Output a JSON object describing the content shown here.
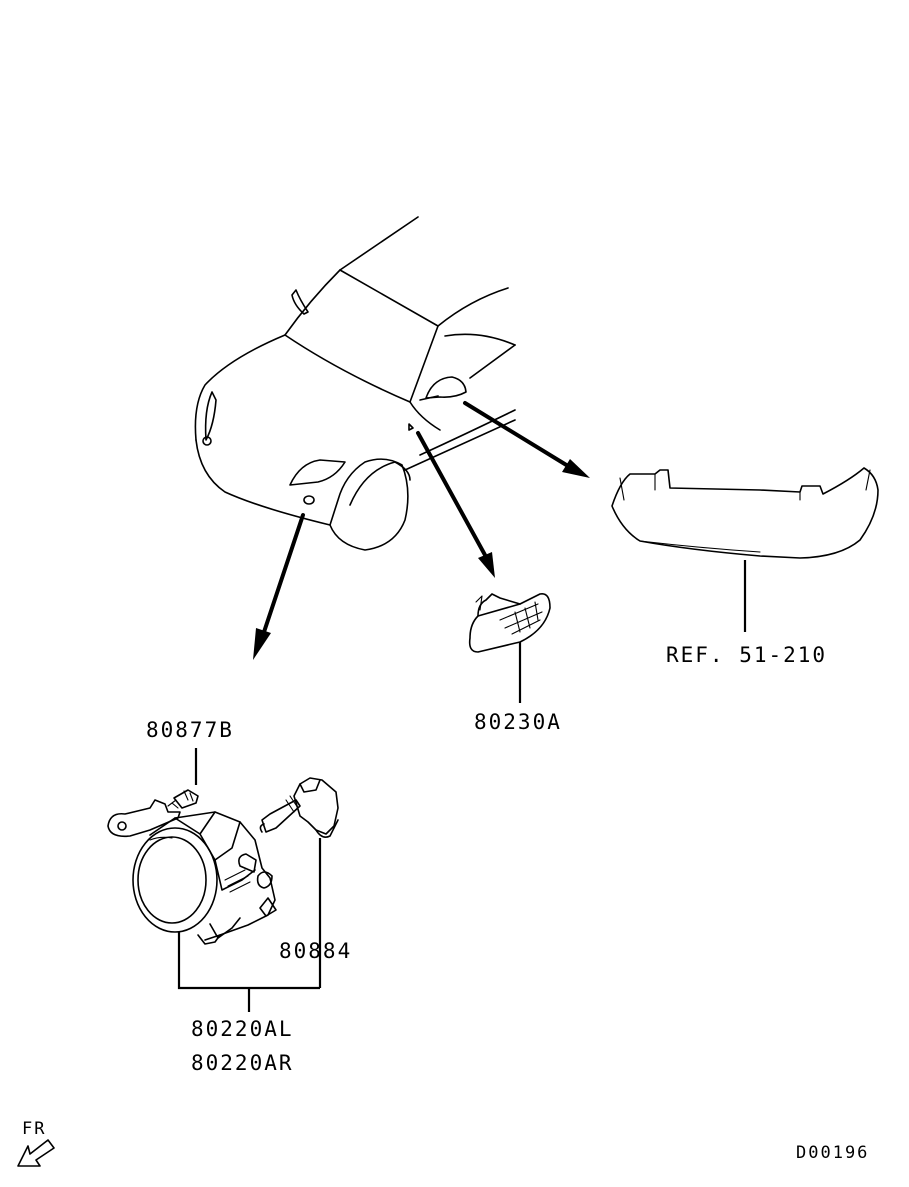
{
  "labels": {
    "screw": "80877B",
    "side_marker": "80230A",
    "reference": "REF. 51-210",
    "bulb": "80884",
    "fog_lamp_left": "80220AL",
    "fog_lamp_right": "80220AR",
    "front_indicator": "FR",
    "diagram_code": "D00196"
  },
  "icons": {
    "vehicle": "vehicle-outline-icon",
    "mirror": "door-mirror-icon",
    "side_marker": "side-marker-lamp-icon",
    "fog_lamp": "fog-lamp-icon",
    "bulb": "bulb-icon",
    "screw": "screw-icon",
    "front_arrow": "front-direction-arrow-icon"
  }
}
